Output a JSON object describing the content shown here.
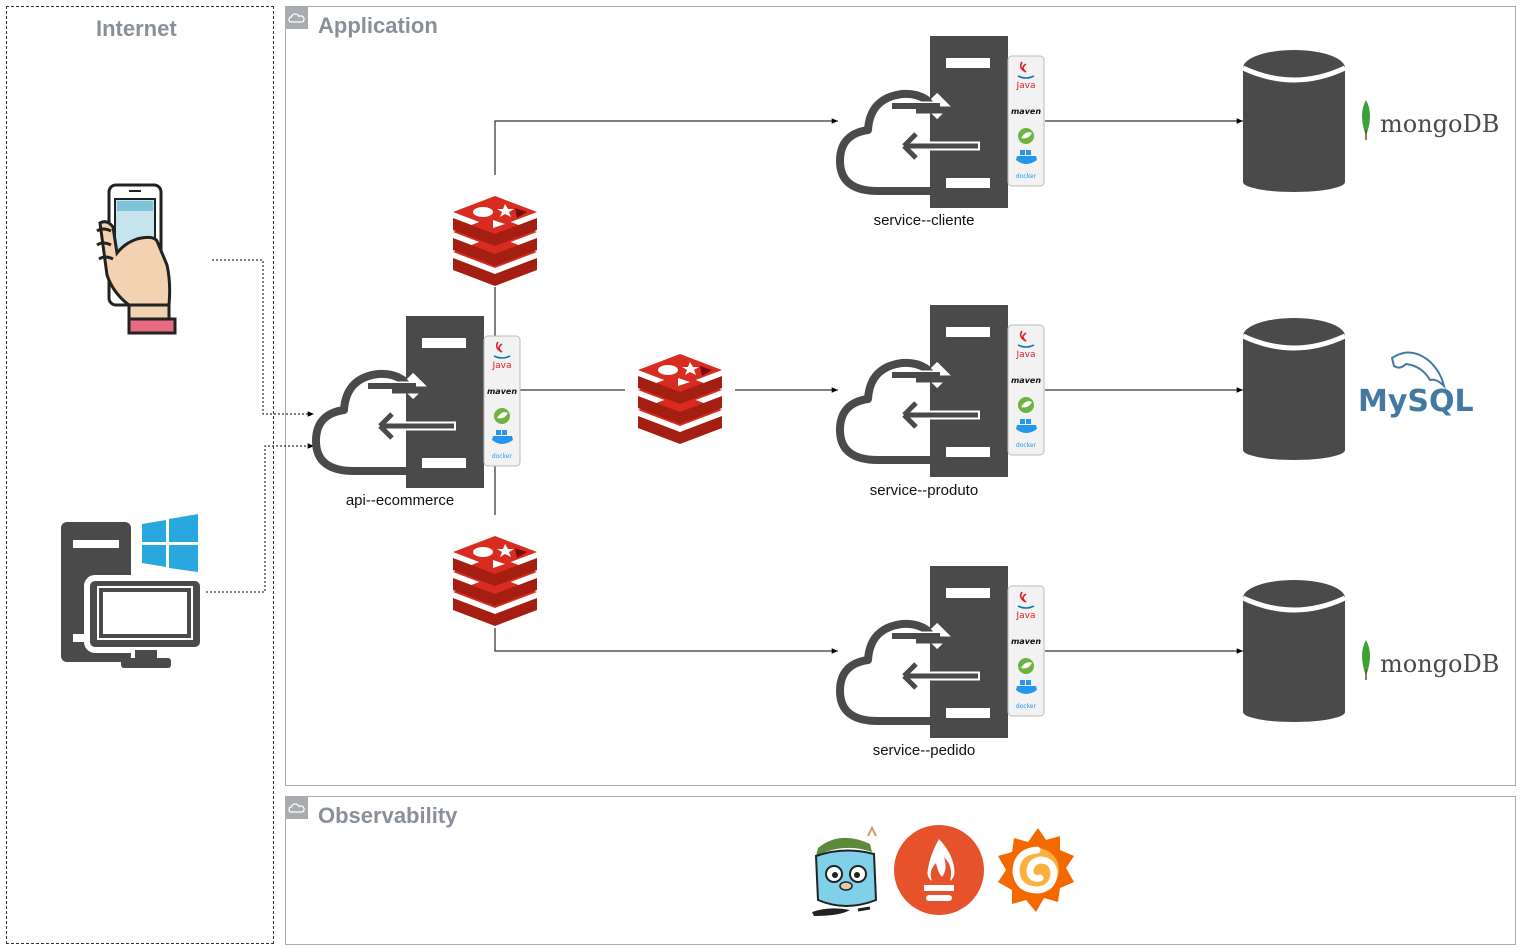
{
  "zones": {
    "internet": "Internet",
    "application": "Application",
    "observability": "Observability"
  },
  "nodes": {
    "gateway": "api--ecommerce",
    "cliente": "service--cliente",
    "produto": "service--produto",
    "pedido": "service--pedido"
  },
  "stack_badges": [
    "Java",
    "maven",
    "spring",
    "docker"
  ],
  "databases": {
    "cliente_db": "mongoDB",
    "produto_db": "MySQL",
    "pedido_db": "mongoDB"
  },
  "colors": {
    "server": "#4a4a4a",
    "redis": "#d82c20",
    "mongo_leaf": "#3fa037",
    "mysql_blue": "#4479a1",
    "mysql_orange": "#f29111",
    "prometheus": "#e6522c",
    "grafana": "#f46800",
    "windows": "#29a8e0",
    "zone_title": "#8a9098"
  },
  "icons": [
    "smartphone-icon",
    "desktop-pc-icon",
    "windows-logo-icon",
    "redis-cache-icon",
    "database-icon",
    "jaeger-gopher-icon",
    "prometheus-icon",
    "grafana-icon"
  ]
}
